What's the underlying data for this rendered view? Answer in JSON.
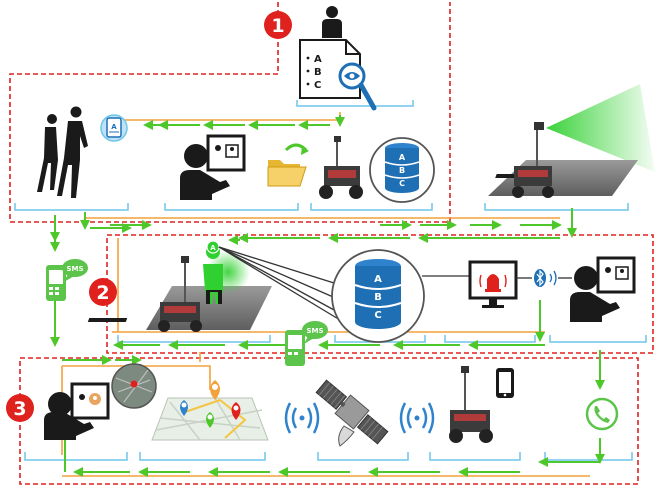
{
  "sections": [
    {
      "number": "1"
    },
    {
      "number": "2"
    },
    {
      "number": "3"
    }
  ],
  "labels": {
    "document_letters": [
      "A",
      "B",
      "C"
    ],
    "database_letters": [
      "A",
      "B",
      "C"
    ],
    "sms": "SMS",
    "id_letter": "A"
  },
  "colors": {
    "section_border": "#e0221f",
    "badge": "#e0221f",
    "arrow_green": "#4dc72a",
    "arrow_orange": "#f2a23a",
    "underline_blue": "#6fc6ea",
    "database_blue": "#1f6fb5",
    "phone_green": "#5cc44a"
  },
  "icons": [
    "person-icon",
    "checklist-document-icon",
    "magnifier-icon",
    "walking-people-icon",
    "id-card-icon",
    "operator-monitor-icon",
    "folder-icon",
    "robot-icon",
    "database-icon",
    "camera-robot-icon",
    "sms-phone-icon",
    "monitor-alarm-icon",
    "bluetooth-icon",
    "map-pins-icon",
    "wifi-signal-icon",
    "satellite-icon",
    "smartphone-icon",
    "call-icon"
  ]
}
